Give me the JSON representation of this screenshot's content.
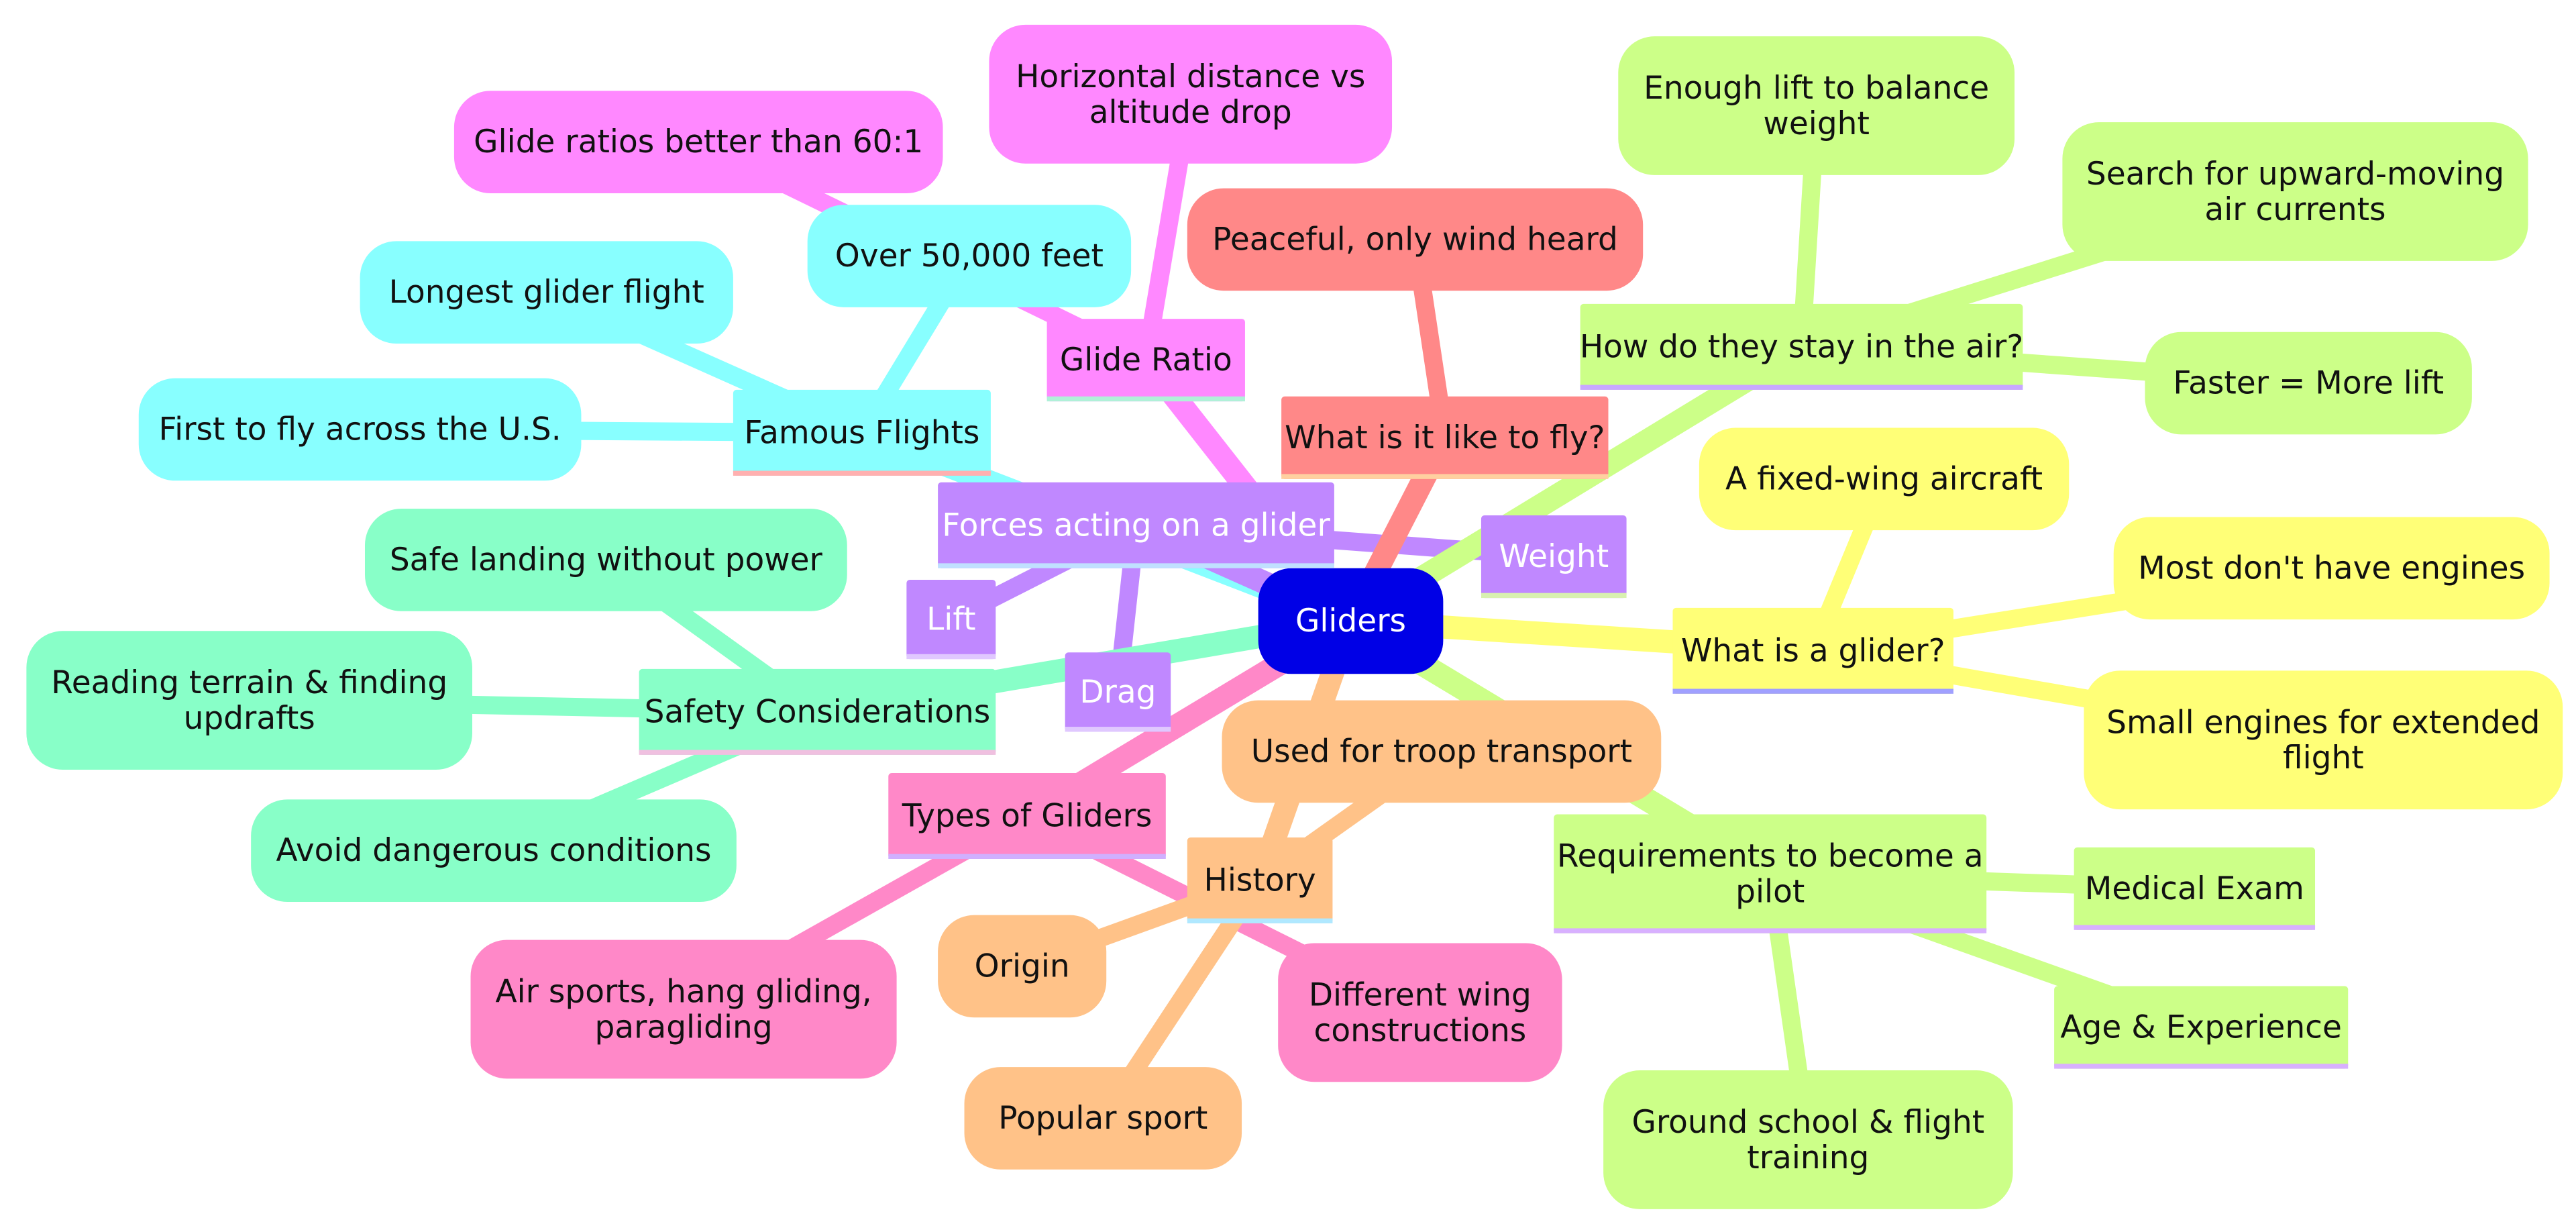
{
  "colors": {
    "root": "#0000e6",
    "glide": "#ff88ff",
    "flights": "#88ffff",
    "forces": "#c088ff",
    "safety": "#88ffc8",
    "types": "#ff88c8",
    "history": "#ffc288",
    "fly": "#ff8888",
    "stay": "#ccff88",
    "what": "#ffff77",
    "requirements": "#ccff88"
  },
  "root": {
    "label": "Gliders"
  },
  "branches": {
    "glide_ratio": {
      "label": "Glide Ratio",
      "children": [
        "Horizontal distance vs altitude drop",
        "Glide ratios better than 60:1"
      ]
    },
    "famous_flights": {
      "label": "Famous Flights",
      "children": [
        "Over 50,000 feet",
        "Longest glider flight",
        "First to fly across the U.S."
      ]
    },
    "forces": {
      "label": "Forces acting on a glider",
      "children": [
        "Weight",
        "Lift",
        "Drag"
      ]
    },
    "safety": {
      "label": "Safety Considerations",
      "children": [
        "Safe landing without power",
        "Reading terrain & finding updrafts",
        "Avoid dangerous conditions"
      ]
    },
    "types": {
      "label": "Types of Gliders",
      "children": [
        "Air sports, hang gliding, paragliding",
        "Different wing constructions"
      ]
    },
    "history": {
      "label": "History",
      "children": [
        "Used for troop transport",
        "Origin",
        "Popular sport"
      ]
    },
    "what_like": {
      "label": "What is it like to fly?",
      "children": [
        "Peaceful, only wind heard"
      ]
    },
    "stay_air": {
      "label": "How do they stay in the air?",
      "children": [
        "Enough lift to balance weight",
        "Search for upward-moving air currents",
        "Faster = More lift"
      ]
    },
    "what_is": {
      "label": "What is a glider?",
      "children": [
        "A fixed-wing aircraft",
        "Most don't have engines",
        "Small engines for extended flight"
      ]
    },
    "requirements": {
      "label": "Requirements to become a pilot",
      "children": [
        "Medical Exam",
        "Age & Experience",
        "Ground school & flight training"
      ]
    }
  }
}
